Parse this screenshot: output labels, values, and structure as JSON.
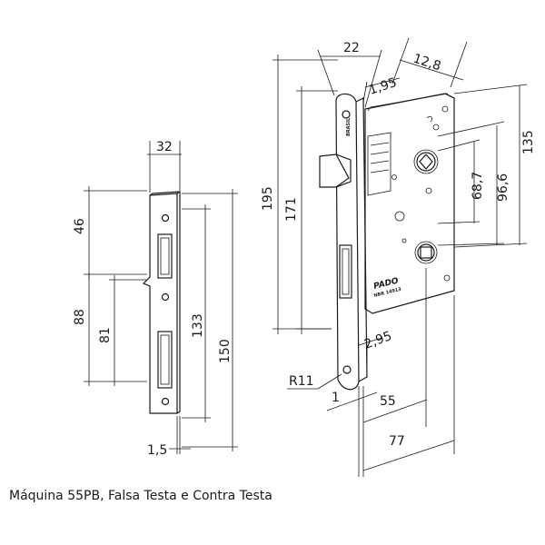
{
  "caption": "Máquina 55PB, Falsa Testa e Contra Testa",
  "strike_plate": {
    "dims": {
      "width": "32",
      "d46": "46",
      "d88": "88",
      "d81": "81",
      "d133": "133",
      "d150": "150",
      "thickness": "1,5"
    }
  },
  "lock_body": {
    "brand": "PADO",
    "tiny_top": "BRASIL",
    "tiny_model": "NBR 14913",
    "dims": {
      "d22": "22",
      "d12_8": "12,8",
      "d1_95": "1,95",
      "d195": "195",
      "d171": "171",
      "d135": "135",
      "d96_6": "96,6",
      "d68_7": "68,7",
      "d2_95": "2,95",
      "r11": "R11",
      "d1": "1",
      "d55": "55",
      "d77": "77"
    }
  }
}
